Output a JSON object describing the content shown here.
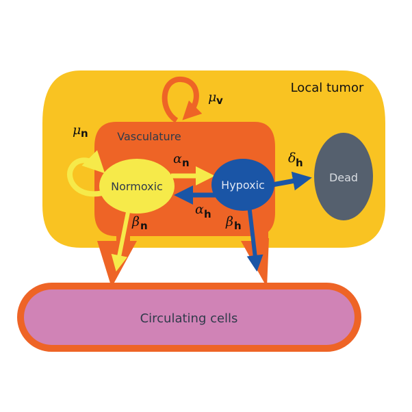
{
  "diagram": {
    "compartments": {
      "local_tumor": {
        "label": "Local tumor",
        "color": "#f9c322"
      },
      "vasculature": {
        "label": "Vasculature",
        "color": "#ee6426"
      },
      "circulating": {
        "label": "Circulating cells",
        "color": "#d083b6",
        "border_color": "#ee6426"
      }
    },
    "nodes": {
      "normoxic": {
        "label": "Normoxic",
        "color": "#f6ea4a",
        "text_color": "#2f3a4a"
      },
      "hypoxic": {
        "label": "Hypoxic",
        "color": "#1a55a6",
        "text_color": "#dfe6f2"
      },
      "dead": {
        "label": "Dead",
        "color": "#55606e",
        "text_color": "#d9dde2"
      }
    },
    "rates": {
      "mu_n": {
        "symbol": "μ",
        "subscript": "n",
        "from": "Normoxic",
        "to": "Normoxic"
      },
      "mu_v": {
        "symbol": "μ",
        "subscript": "v",
        "from": "Vasculature",
        "to": "Vasculature"
      },
      "alpha_n": {
        "symbol": "α",
        "subscript": "n",
        "from": "Normoxic",
        "to": "Hypoxic"
      },
      "alpha_h": {
        "symbol": "α",
        "subscript": "h",
        "from": "Hypoxic",
        "to": "Normoxic"
      },
      "delta_h": {
        "symbol": "δ",
        "subscript": "h",
        "from": "Hypoxic",
        "to": "Dead"
      },
      "beta_n": {
        "symbol": "β",
        "subscript": "n",
        "from": "Normoxic",
        "to": "Circulating cells"
      },
      "beta_h": {
        "symbol": "β",
        "subscript": "h",
        "from": "Hypoxic",
        "to": "Circulating cells"
      }
    }
  }
}
